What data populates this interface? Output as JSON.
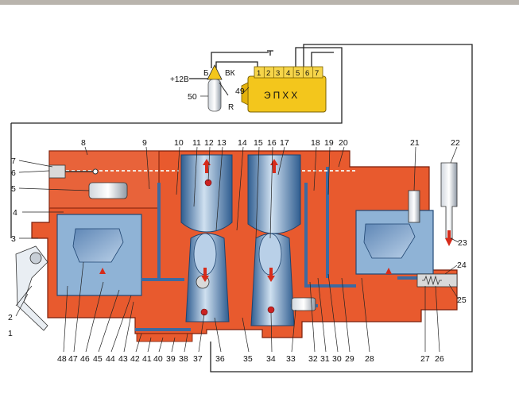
{
  "electrical": {
    "supply_label": "+12В",
    "terminal_b": "Б",
    "terminal_vk": "ВК",
    "terminal_r": "R",
    "ecu_text": "ЭПХХ",
    "ecu_pins": [
      "1",
      "2",
      "3",
      "4",
      "5",
      "6",
      "7"
    ]
  },
  "callouts": {
    "n1": "1",
    "n2": "2",
    "n3": "3",
    "n4": "4",
    "n5": "5",
    "n6": "6",
    "n7": "7",
    "n8": "8",
    "n9": "9",
    "n10": "10",
    "n11": "11",
    "n12": "12",
    "n13": "13",
    "n14": "14",
    "n15": "15",
    "n16": "16",
    "n17": "17",
    "n18": "18",
    "n19": "19",
    "n20": "20",
    "n21": "21",
    "n22": "22",
    "n23": "23",
    "n24": "24",
    "n25": "25",
    "n26": "26",
    "n27": "27",
    "n28": "28",
    "n29": "29",
    "n30": "30",
    "n31": "31",
    "n32": "32",
    "n33": "33",
    "n34": "34",
    "n35": "35",
    "n36": "36",
    "n37": "37",
    "n38": "38",
    "n39": "39",
    "n40": "40",
    "n41": "41",
    "n42": "42",
    "n43": "43",
    "n44": "44",
    "n45": "45",
    "n46": "46",
    "n47": "47",
    "n48": "48",
    "n49": "49",
    "n50": "50"
  },
  "colors": {
    "body": "#e85a2e",
    "body_dark": "#b8391a",
    "fuel_blue": "#3d6aa0",
    "chamber_blue": "#8fb3d6",
    "ecu_yellow": "#f3c61c",
    "wire": "#222222"
  }
}
